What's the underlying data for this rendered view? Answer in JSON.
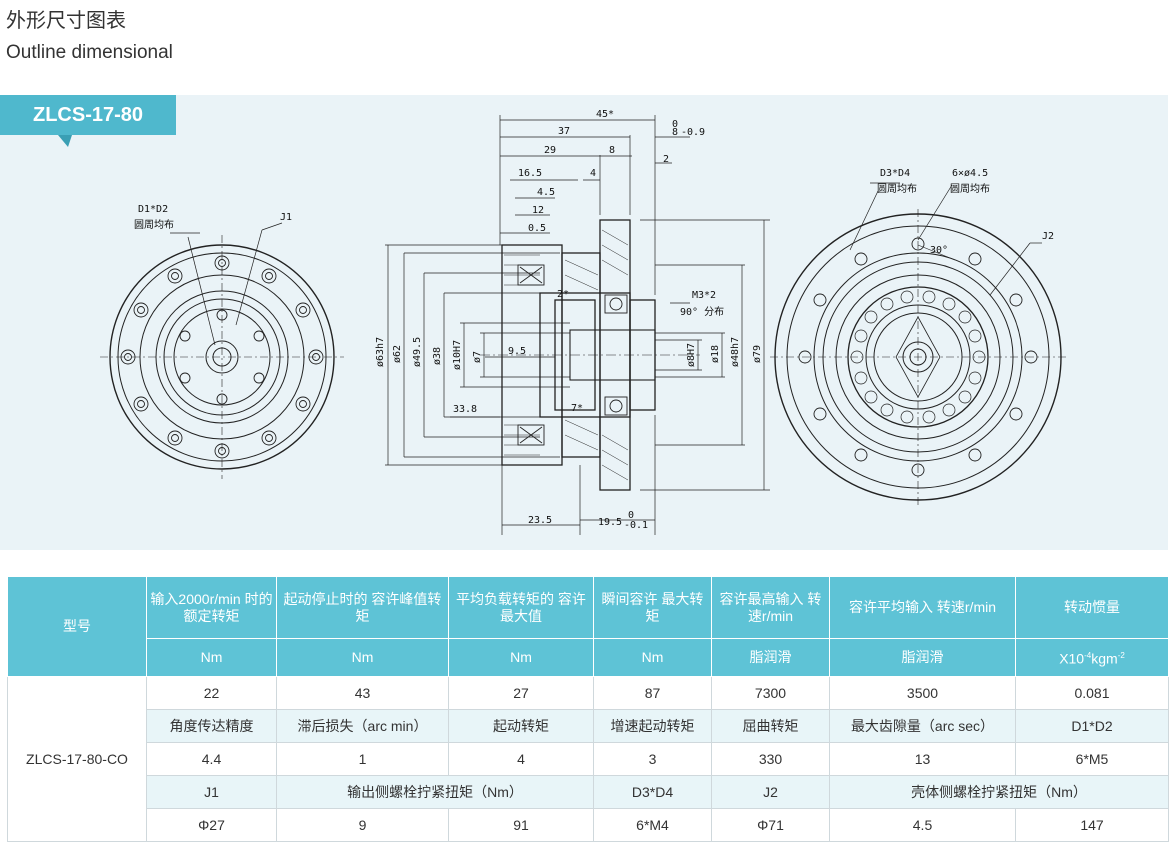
{
  "heading": {
    "title_cn": "外形尺寸图表",
    "title_en": "Outline dimensional"
  },
  "model_tab": "ZLCS-17-80",
  "drawing": {
    "left_view": {
      "label_d1d2": "D1*D2",
      "label_d1d2_sub": "圆周均布",
      "label_j1": "J1"
    },
    "section_view": {
      "top_dims": [
        "45*",
        "37",
        "29",
        "8",
        "16.5",
        "4",
        "4.5",
        "12",
        "0.5",
        "2"
      ],
      "tol_8": "8",
      "tol_8_upper": "0",
      "tol_8_lower": "-0.9",
      "left_dims": [
        "ø63h7",
        "ø62",
        "ø49.5",
        "ø38",
        "ø10H7",
        "ø7"
      ],
      "mid_dims": [
        "9.5",
        "33.8",
        "2*",
        "7*"
      ],
      "right_dims": [
        "ø8H7",
        "ø18",
        "ø48h7",
        "ø79"
      ],
      "m3_label": "M3*2",
      "m3_sub": "90° 分布",
      "bottom_dims": [
        "23.5",
        "19.5"
      ],
      "tol_19": "0",
      "tol_19_lower": "-0.1"
    },
    "right_view": {
      "label_d3d4": "D3*D4",
      "label_d3d4_sub": "圆周均布",
      "label_holes": "6×ø4.5",
      "label_holes_sub": "圆周均布",
      "label_angle": "30°",
      "label_j2": "J2"
    }
  },
  "table": {
    "header_model": "型号",
    "header_cols": [
      {
        "title": "输入2000r/min 时的额定转矩",
        "unit": "Nm"
      },
      {
        "title": "起动停止时的 容许峰值转矩",
        "unit": "Nm"
      },
      {
        "title": "平均负载转矩的 容许最大值",
        "unit": "Nm"
      },
      {
        "title": "瞬间容许 最大转矩",
        "unit": "Nm"
      },
      {
        "title": "容许最高输入 转速r/min",
        "unit": "脂润滑"
      },
      {
        "title": "容许平均输入 转速r/min",
        "unit": "脂润滑"
      },
      {
        "title": "转动惯量",
        "unit": "X10-4kgm-2"
      }
    ],
    "unit_inertia_a": "X10",
    "unit_inertia_sup_a": "-4",
    "unit_inertia_b": "kgm",
    "unit_inertia_sup_b": "-2",
    "model_name": "ZLCS-17-80-CO",
    "row1": [
      "22",
      "43",
      "27",
      "87",
      "7300",
      "3500",
      "0.081"
    ],
    "row2_labels": [
      "角度传达精度",
      "滞后损失（arc min）",
      "起动转矩",
      "增速起动转矩",
      "屈曲转矩",
      "最大齿隙量（arc sec）",
      "D1*D2"
    ],
    "row3": [
      "4.4",
      "1",
      "4",
      "3",
      "330",
      "13",
      "6*M5"
    ],
    "row4_labels": {
      "j1": "J1",
      "out_torque": "输出侧螺栓拧紧扭矩（Nm）",
      "d3d4": "D3*D4",
      "j2": "J2",
      "case_torque": "壳体侧螺栓拧紧扭矩（Nm）"
    },
    "row5": [
      "Φ27",
      "9",
      "91",
      "6*M4",
      "Φ71",
      "4.5",
      "147"
    ]
  },
  "colors": {
    "accent": "#4fb8cd",
    "header_bg": "#5ec3d6",
    "panel_bg": "#eaf3f7",
    "subrow_bg": "#e8f5f8"
  }
}
